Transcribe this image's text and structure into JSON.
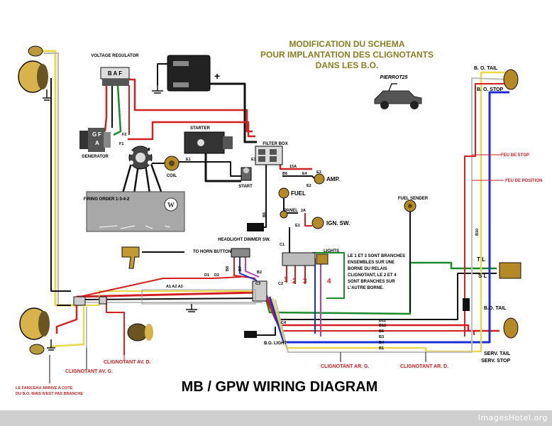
{
  "header": {
    "line1": "MODIFICATION DU SCHEMA",
    "line2": "POUR IMPLANTATION DES CLIGNOTANTS",
    "line3": "DANS LES B.O."
  },
  "logo_text": "PIERROT25",
  "title": "MB / GPW WIRING DIAGRAM",
  "components": {
    "voltage_regulator": "VOLTAGE REGULATOR",
    "regulator_terminals": "B A F",
    "generator": "GENERATOR",
    "gen_letters": [
      "G",
      "F",
      "A"
    ],
    "firing_order": "FIRING ORDER 1-3-4-2",
    "coil": "COIL",
    "starter": "STARTER",
    "start": "START",
    "filter_box": "FILTER BOX",
    "amp": "AMP.",
    "fuel": "FUEL",
    "panel": "PANEL",
    "ign_sw": "IGN. SW.",
    "fuel_sender": "FUEL SENDER",
    "headlight_dimmer": "HEADLIGHT DIMMER SW.",
    "lights": "LIGHTS",
    "horn_button": "TO HORN BUTTON",
    "bo_light": "B.O. LIGHT",
    "bo_tail_top": "B. O. TAIL",
    "bo_stop": "B. O. STOP",
    "bo_tail_bottom": "B.O. TAIL",
    "serv_tail": "SERV. TAIL",
    "serv_stop": "SERV. STOP"
  },
  "wire_labels": {
    "f2": "F2",
    "f1": "F1",
    "e1": "E1",
    "e1b": "E1",
    "e2": "E2",
    "e3": "E3",
    "e3b": "E3",
    "e4": "E4",
    "b6": "B6",
    "b6b": "B6",
    "b7": "B7",
    "b2": "B2",
    "b8": "B8",
    "b10": "B10",
    "c1": "C1",
    "c2": "C2",
    "c3": "C3",
    "c4": "C4",
    "d1": "D1",
    "d2": "D2",
    "a123": "A1 A2 A3",
    "amp15": "15A",
    "amp2a": "2A",
    "tl": "T L",
    "sl": "S L",
    "b11": "B11",
    "b12": "B12",
    "b5": "B5",
    "b3": "B3",
    "b4": "B4",
    "b1": "B1"
  },
  "annotations": {
    "feu_stop": "FEU DE STOP",
    "feu_position": "FEU DE POSITION",
    "relay_note": [
      "LE 1 ET 3 SONT BRANCHES",
      "ENSEMBLES SUR UNE",
      "BORNE DU RELAIS",
      "CLIGNOTANT, LE 2 ET 4",
      "SONT BRANCHES SUR",
      "L'AUTRE BORNE."
    ],
    "num1": "1",
    "num2": "2",
    "num3": "3",
    "num4": "4",
    "clignotant_av_d": "CLIGNOTANT AV. D.",
    "clignotant_av_g": "CLIGNOTANT AV. G.",
    "clignotant_ar_g": "CLIGNOTANT AR. G.",
    "clignotant_ar_d": "CLIGNOTANT AR. D.",
    "faisceau_note": [
      "LE FAISCEAU ARRIVE A COTE",
      "DU B.O. MAIS N'EST PAS BRANCHE"
    ],
    "plus": "+"
  },
  "footer": "ImagesHotel.org",
  "colors": {
    "red": "#d42020",
    "black": "#111111",
    "green": "#1a8a2a",
    "blue": "#1a2fd6",
    "yellow": "#e8d84a",
    "olive": "#8a7d22",
    "grey": "#9a9a9a",
    "purple": "#b040b0"
  }
}
